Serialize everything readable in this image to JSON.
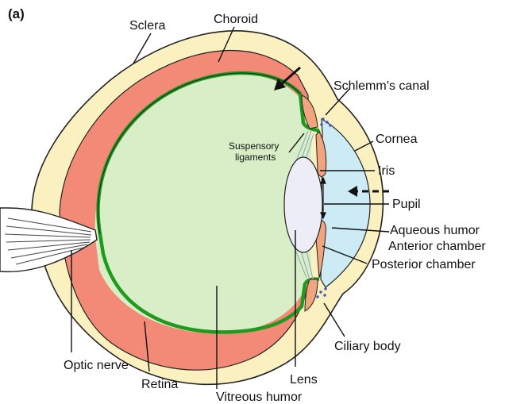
{
  "figure": {
    "panel_label": "(a)",
    "labels": {
      "sclera": "Sclera",
      "choroid": "Choroid",
      "schlemms_canal": "Schlemm’s canal",
      "cornea": "Cornea",
      "suspensory_ligaments_line1": "Suspensory",
      "suspensory_ligaments_line2": "ligaments",
      "iris": "Iris",
      "pupil": "Pupil",
      "aqueous_humor": "Aqueous humor",
      "anterior_chamber": "Anterior chamber",
      "posterior_chamber": "Posterior chamber",
      "ciliary_body": "Ciliary body",
      "optic_nerve": "Optic nerve",
      "retina": "Retina",
      "lens": "Lens",
      "vitreous_humor": "Vitreous humor"
    },
    "colors": {
      "sclera": "#fbf1c0",
      "choroid": "#f28a77",
      "retina": "#1f9a1f",
      "vitreous": "#d7eec7",
      "aqueous": "#cdebf4",
      "lens": "#ecedf6",
      "iris": "#f0a57e",
      "schlemm_dots": "#3a56c8",
      "outline": "#222222"
    }
  }
}
